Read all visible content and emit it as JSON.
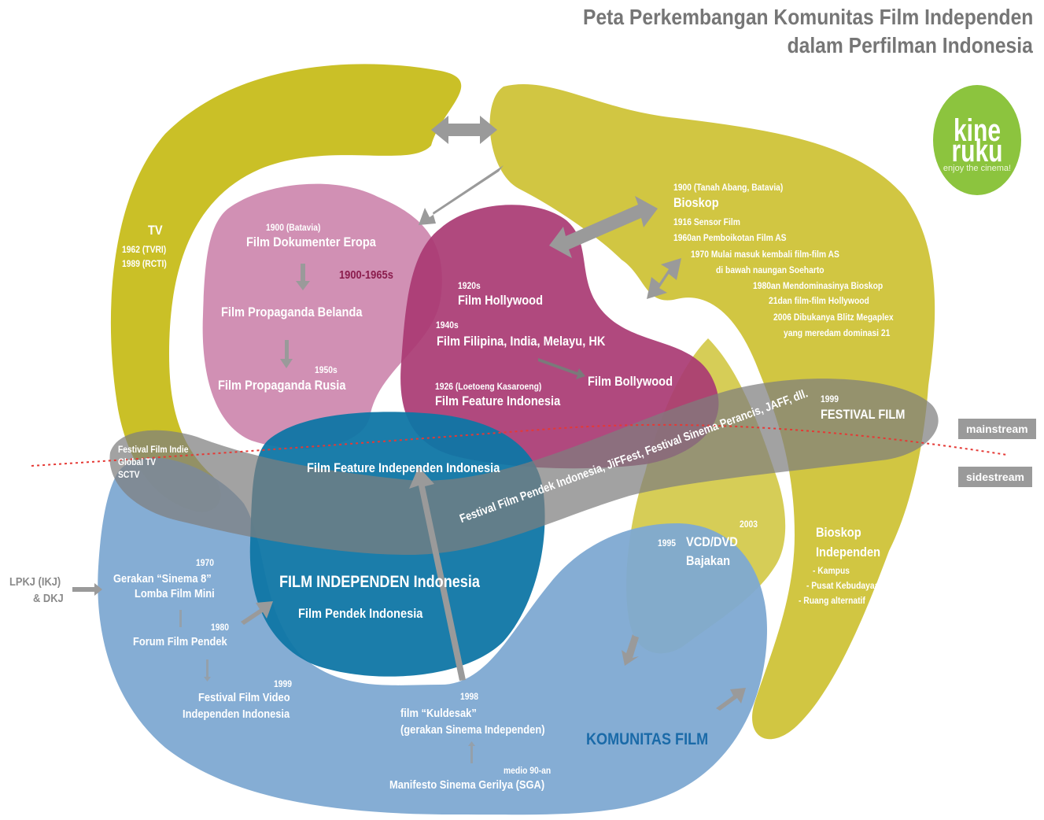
{
  "title": {
    "line1": "Peta Perkembangan Komunitas Film Independen",
    "line2": "dalam Perfilman Indonesia"
  },
  "logo": {
    "word1": "kine",
    "word2": "ruku",
    "tagline": "enjoy the cinema!"
  },
  "colors": {
    "tv": "#c8bd1e",
    "bioskop": "#cfc43a",
    "dokumenter": "#cf8ab0",
    "hollywood": "#a93a73",
    "independen": "#0f76a5",
    "komunitas": "#7ea9d2",
    "festival": "#8a8a8a",
    "arrow": "#9a9a9a",
    "divider": "#e53935"
  },
  "tv": {
    "label": "TV",
    "y1962": "1962 (TVRI)",
    "y1989": "1989 (RCTI)"
  },
  "festival_left": {
    "l1": "Festival Film Indie",
    "l2": "Global TV",
    "l3": "SCTV"
  },
  "dokumenter": {
    "year": "1900 (Batavia)",
    "title": "Film Dokumenter Eropa",
    "era": "1900-1965s",
    "propaganda_belanda": "Film Propaganda Belanda",
    "year_1950": "1950s",
    "propaganda_rusia": "Film Propaganda Rusia"
  },
  "hollywood": {
    "y1920": "1920s",
    "hollywood": "Film Hollywood",
    "y1940": "1940s",
    "asia": "Film Filipina, India, Melayu, HK",
    "bollywood": "Film Bollywood",
    "y1926": "1926 (Loetoeng Kasaroeng)",
    "feature": "Film Feature Indonesia"
  },
  "bioskop": {
    "year": "1900 (Tanah Abang, Batavia)",
    "title": "Bioskop",
    "e1": "1916 Sensor Film",
    "e2": "1960an Pemboikotan Film AS",
    "e3": "1970 Mulai masuk kembali film-film AS",
    "e3b": "di bawah naungan Soeharto",
    "e4": "1980an Mendominasinya Bioskop",
    "e4b": "21dan film-film Hollywood",
    "e5": "2006 Dibukanya Blitz Megaplex",
    "e5b": "yang meredam dominasi 21"
  },
  "festival": {
    "year": "1999",
    "title": "FESTIVAL FILM",
    "band_text": "Festival Film Pendek Indonesia, JiFFest, Festival Sinema Perancis, JAFF, dll."
  },
  "streams": {
    "mainstream": "mainstream",
    "sidestream": "sidestream"
  },
  "independen": {
    "feature": "Film Feature Independen Indonesia",
    "title_bold": "FILM INDEPENDEN",
    "title_rest": " Indonesia",
    "pendek": "Film Pendek Indonesia"
  },
  "vcd": {
    "y1995": "1995",
    "y2003": "2003",
    "l1": "VCD/DVD",
    "l2": "Bajakan"
  },
  "bioskop_indie": {
    "l1": "Bioskop",
    "l2": "Independen",
    "i1": "- Kampus",
    "i2": "- Pusat Kebudayaan",
    "i3": "- Ruang alternatif"
  },
  "komunitas": {
    "lpkj1": "LPKJ (IKJ)",
    "lpkj2": "& DKJ",
    "y1970": "1970",
    "sinema8": "Gerakan “Sinema 8”",
    "lomba": "Lomba Film Mini",
    "y1980": "1980",
    "forum": "Forum Film Pendek",
    "y1999": "1999",
    "fv1": "Festival Film Video",
    "fv2": "Independen Indonesia",
    "y1998": "1998",
    "kuldesak": "film “Kuldesak”",
    "gerakan": "(gerakan Sinema Independen)",
    "medio": "medio 90-an",
    "manifesto": "Manifesto Sinema Gerilya (SGA)",
    "title": "KOMUNITAS FILM"
  }
}
